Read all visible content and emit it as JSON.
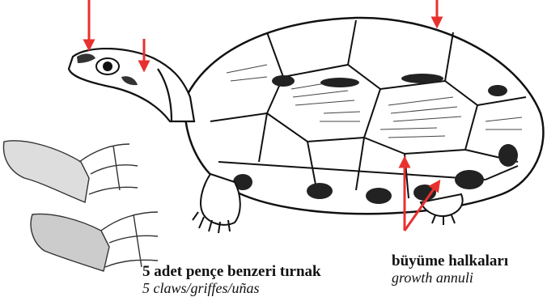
{
  "captions": {
    "claws": {
      "tr": "5 adet pençe benzeri tırnak",
      "en": "5 claws/griffes/uñas"
    },
    "growth_rings": {
      "tr": "büyüme halkaları",
      "en": "growth annuli"
    }
  },
  "colors": {
    "arrow": "#e8312f",
    "ink": "#111111",
    "sketch": "#444444"
  },
  "icons": [
    "red-arrow-icon"
  ]
}
